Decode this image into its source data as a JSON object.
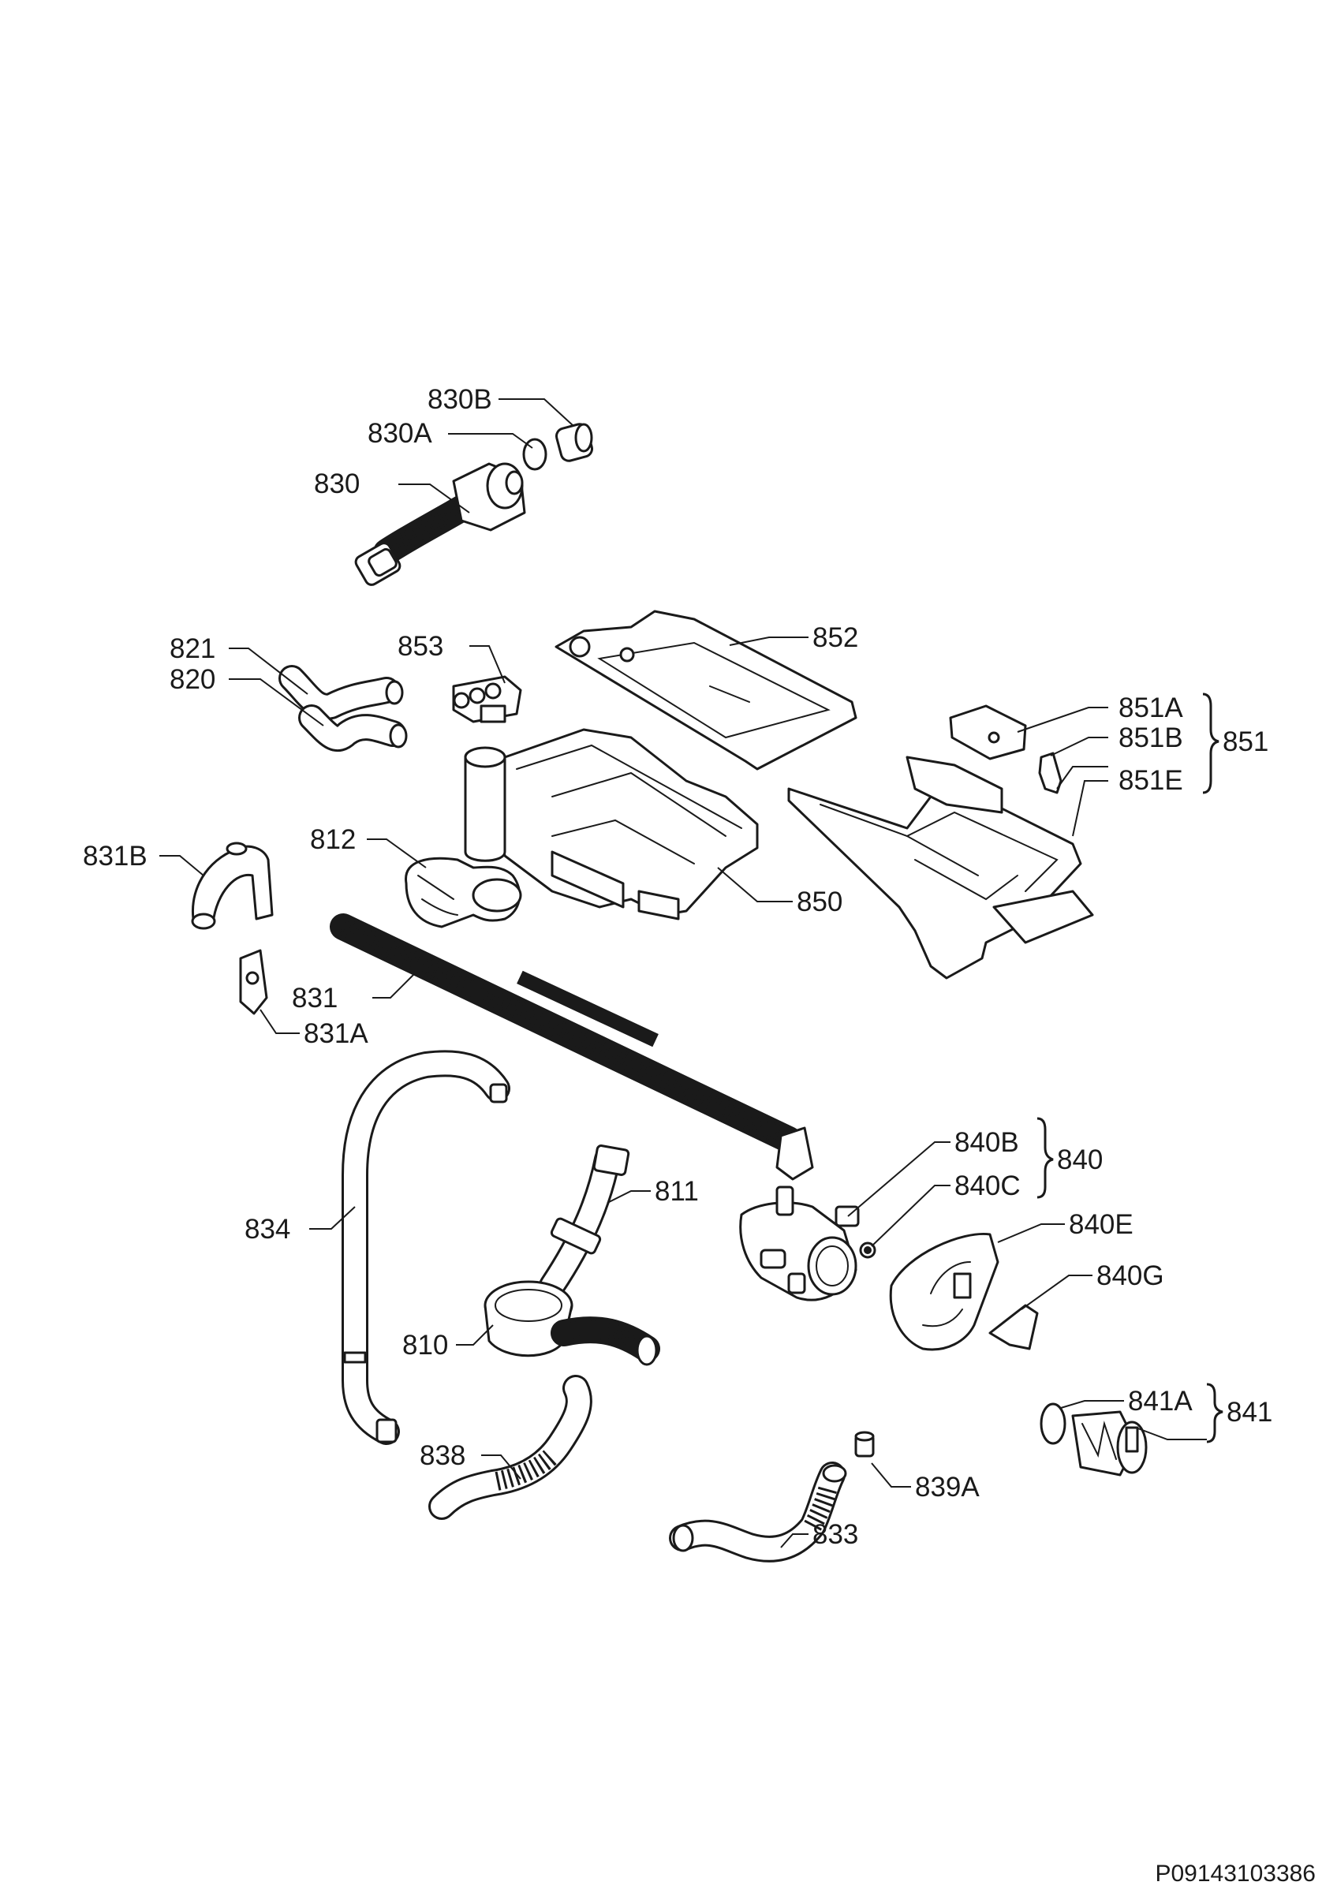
{
  "labels": {
    "l830B": "830B",
    "l830A": "830A",
    "l830": "830",
    "l852": "852",
    "l853": "853",
    "l821": "821",
    "l820": "820",
    "l851A": "851A",
    "l851B": "851B",
    "l851E": "851E",
    "l851": "851",
    "l831B": "831B",
    "l812": "812",
    "l850": "850",
    "l831": "831",
    "l831A": "831A",
    "l840B": "840B",
    "l840C": "840C",
    "l840": "840",
    "l811": "811",
    "l834": "834",
    "l840E": "840E",
    "l840G": "840G",
    "l810": "810",
    "l841A": "841A",
    "l841": "841",
    "l838": "838",
    "l839A": "839A",
    "l833": "833"
  },
  "footer": {
    "code": "P09143103386"
  }
}
